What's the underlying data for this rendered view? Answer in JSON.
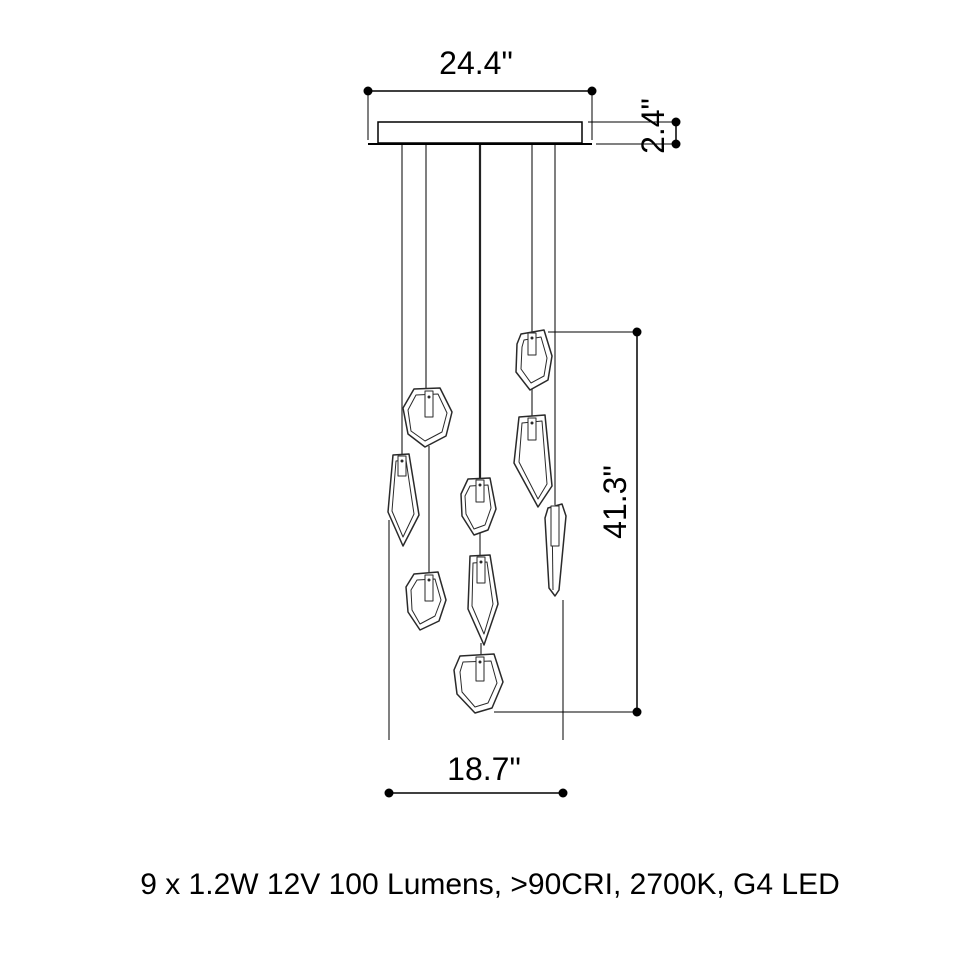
{
  "dimensions": {
    "canopy_width": "24.4\"",
    "canopy_height": "2.4\"",
    "drop_height": "41.3\"",
    "cluster_width": "18.7\""
  },
  "specs": {
    "lighting": "9 x 1.2W 12V 100 Lumens, >90CRI, 2700K, G4 LED"
  },
  "colors": {
    "line": "#000000",
    "crystal_stroke": "#2a2a2a",
    "crystal_fill": "#ffffff",
    "background": "#ffffff"
  }
}
